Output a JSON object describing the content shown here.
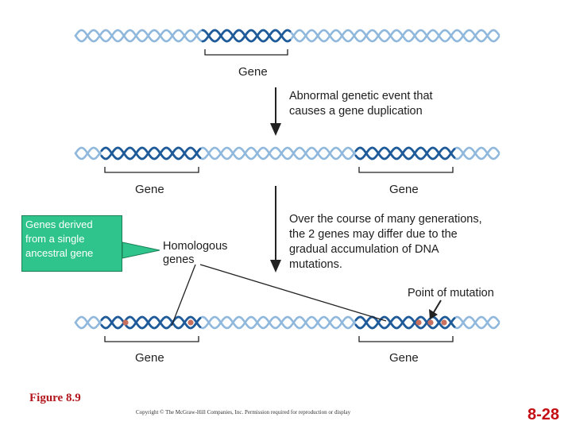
{
  "diagram": {
    "top_gene_label": "Gene",
    "step1_caption": [
      "Abnormal genetic event that",
      "causes a gene duplication"
    ],
    "mid_gene_label_left": "Gene",
    "mid_gene_label_right": "Gene",
    "step2_caption": [
      "Over the course of many generations,",
      "the 2 genes may differ due to the",
      "gradual accumulation of DNA",
      "mutations."
    ],
    "callout_text": [
      "Genes derived",
      "from a single",
      "ancestral gene"
    ],
    "homologous_label": [
      "Homologous",
      "genes"
    ],
    "mutation_label": "Point of mutation",
    "bottom_gene_label_left": "Gene",
    "bottom_gene_label_right": "Gene"
  },
  "footer": {
    "figure_label": "Figure 8.9",
    "copyright": "Copyright © The McGraw-Hill Companies, Inc. Permission required for reproduction or display",
    "page_number": "8-28"
  },
  "colors": {
    "strand_light": "#8fb8dc",
    "strand_dark": "#1f5a99",
    "mutation": "#c8705d",
    "callout_fill": "#2fc48b"
  }
}
